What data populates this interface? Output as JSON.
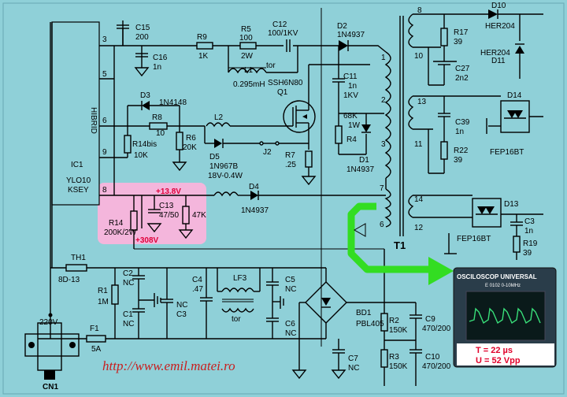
{
  "ic": {
    "pin3": "3",
    "pin5": "5",
    "pin6": "6",
    "pin9": "9",
    "pin8": "8",
    "label1": "HIBRID",
    "label2": "IC1",
    "label3": "YLO10",
    "label4": "KSEY"
  },
  "components": {
    "c15": "C15",
    "c15v": "200",
    "c16": "C16",
    "c16v": "1n",
    "r9": "R9",
    "r9v": "1K",
    "r5": "R5",
    "r5v": "100",
    "r5p": "2W",
    "c12": "C12",
    "c12v": "100/1KV",
    "l1": "L1",
    "l1v": "0.295mH",
    "tor": "tor",
    "d2": "D2",
    "d2v": "1N4937",
    "d3": "D3",
    "d3v": "1N4148",
    "r8": "R8",
    "r8v": "10",
    "r6": "R6",
    "r6v": "20K",
    "r14": "R14bis",
    "r14v": "10K",
    "q1": "SSH6N80",
    "q1n": "Q1",
    "l2": "L2",
    "d5": "D5",
    "d5v": "1N967B",
    "d5p": "18V-0.4W",
    "j2": "J2",
    "r7": "R7",
    "r7v": ".25",
    "c11": "C11",
    "c11v": "1n",
    "c11k": "1KV",
    "r4a": "68K",
    "r4b": "1W",
    "r4": "R4",
    "d1": "D1",
    "d1v": "1N4937",
    "d10": "D10",
    "d10v": "HER204",
    "d11v": "HER204",
    "d11": "D11",
    "r17": "R17",
    "r17v": "39",
    "c27": "C27",
    "c27v": "2n2",
    "d14": "D14",
    "c39": "C39",
    "c39v": "1n",
    "r22": "R22",
    "r22v": "39",
    "d14v": "FEP16BT",
    "c13": "C13",
    "c13v": "47/50",
    "c13r": "47K",
    "r14m": "R14",
    "r14mv": "200K/2W",
    "v138": "+13.8V",
    "v308": "+308V",
    "d4": "D4",
    "d4v": "1N4937",
    "d13": "D13",
    "d13v": "FEP16BT",
    "c3": "C3",
    "c3v": "1n",
    "r19": "R19",
    "r19v": "39",
    "t1": "T1",
    "t7": "7",
    "t6": "6",
    "t14": "14",
    "t12": "12",
    "t8": "8",
    "t10": "10",
    "t13": "13",
    "t11": "11",
    "t1p": "1",
    "t2p": "2",
    "t3p": "3",
    "th1": "TH1",
    "th1v": "8D-13",
    "c2": "C2",
    "c2v": "NC",
    "c1": "C1",
    "c1v": "NC",
    "r1": "R1",
    "r1v": "1M",
    "nc": "NC",
    "c3b": "C3",
    "c4": "C4",
    "c4v": ".47",
    "lf3": "LF3",
    "lf3t": "tor",
    "c5": "C5",
    "c5v": "NC",
    "c6": "C6",
    "c6v": "NC",
    "bd1": "BD1",
    "bd1v": "PBL405",
    "c7": "C7",
    "c7v": "NC",
    "r2": "R2",
    "r2v": "150K",
    "r3": "R3",
    "r3v": "150K",
    "c9": "C9",
    "c9v": "470/200",
    "c10": "C10",
    "c10v": "470/200",
    "f1": "F1",
    "f1v": "5A",
    "v220": "220V",
    "cn1": "CN1"
  },
  "oscilloscope": {
    "title": "OSCILOSCOP UNIVERSAL",
    "model": "E 0102  0-10MHz",
    "period": "T = 22 µs",
    "amplitude": "U = 52 Vpp"
  },
  "colors": {
    "background": "#8fd0d8",
    "highlight": "#f4b6dc",
    "arrow": "#33dd22",
    "red": "#e0003a"
  },
  "footer": {
    "url": "http://www.emil.matei.ro"
  }
}
